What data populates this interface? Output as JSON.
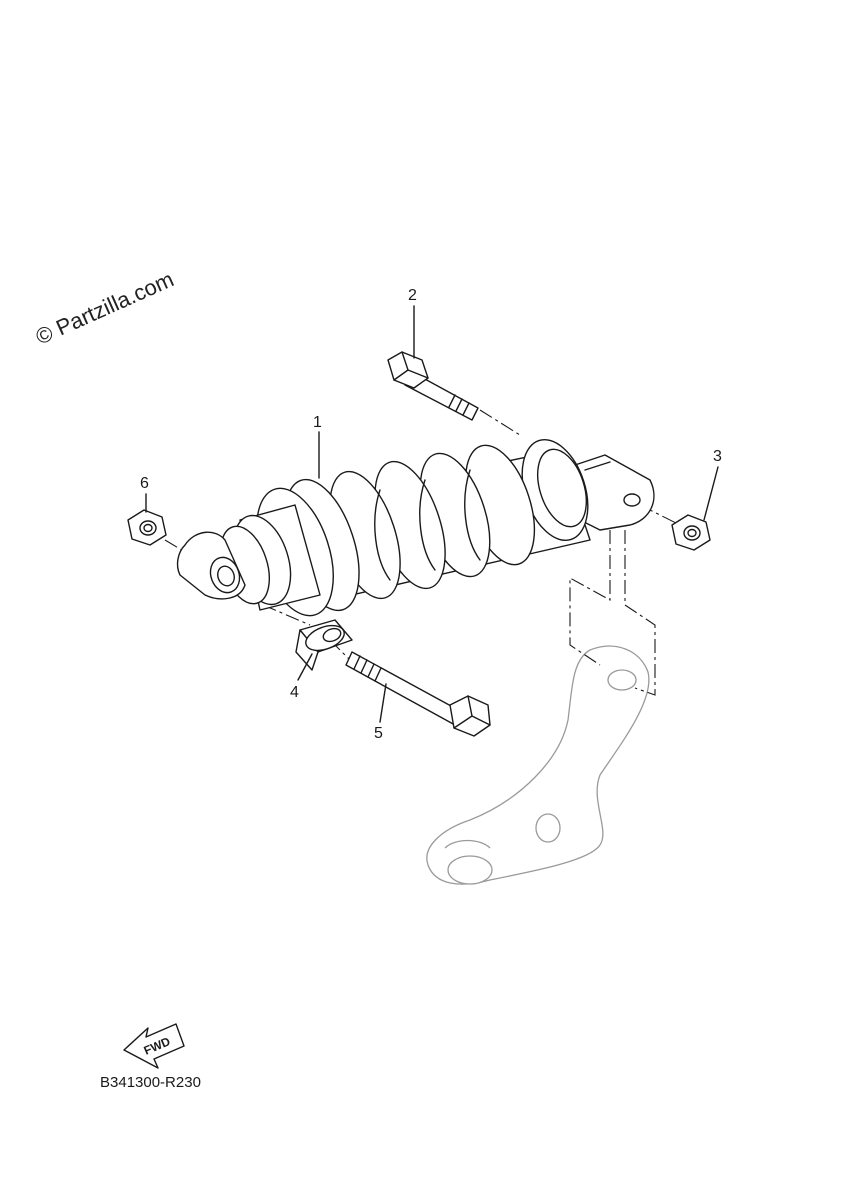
{
  "watermark": {
    "text": "© Partzilla.com"
  },
  "callouts": [
    {
      "id": "1",
      "label": "1"
    },
    {
      "id": "2",
      "label": "2"
    },
    {
      "id": "3",
      "label": "3"
    },
    {
      "id": "4",
      "label": "4"
    },
    {
      "id": "5",
      "label": "5"
    },
    {
      "id": "6",
      "label": "6"
    }
  ],
  "direction_arrow": {
    "label": "FWD",
    "icon": "fwd-arrow-icon"
  },
  "diagram_code": "B341300-R230"
}
